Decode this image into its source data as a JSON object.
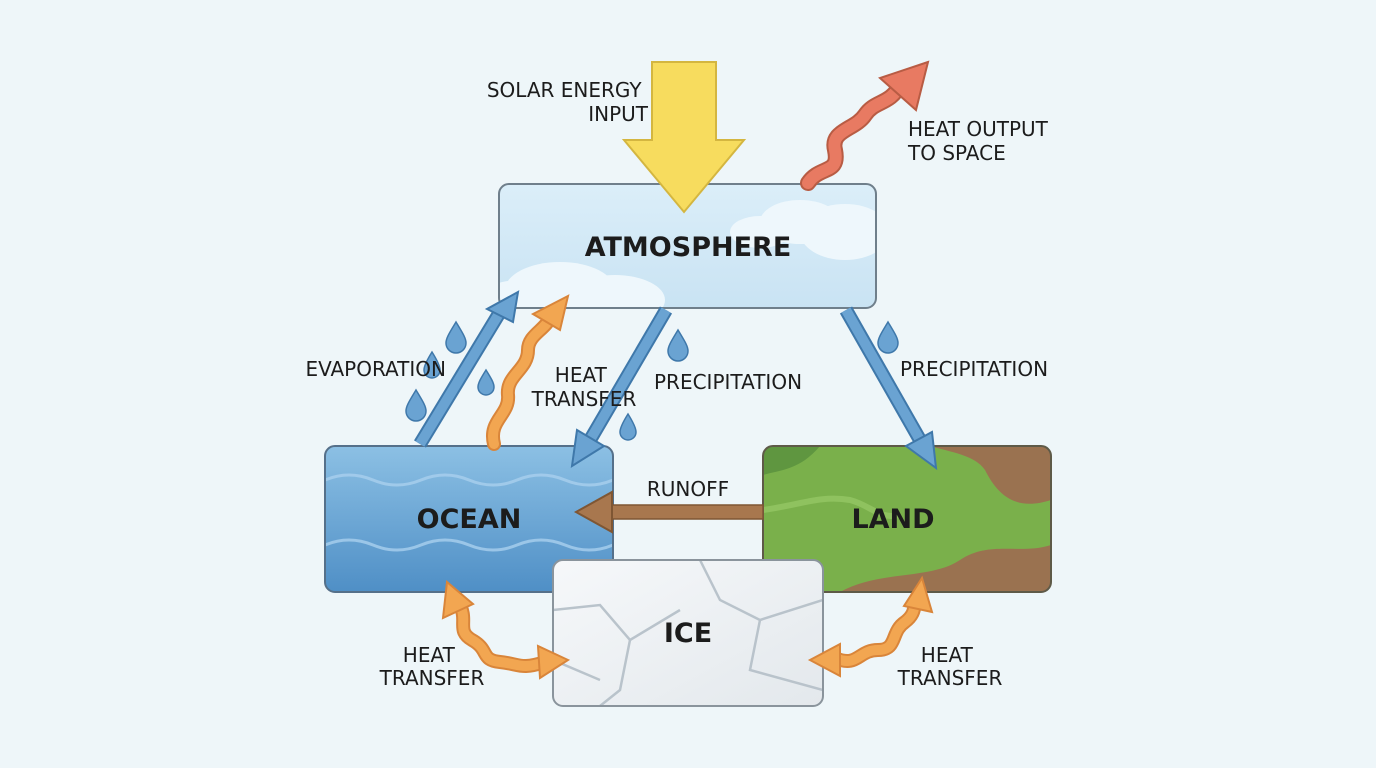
{
  "nodes": {
    "atmosphere": "ATMOSPHERE",
    "ocean": "OCEAN",
    "land": "LAND",
    "ice": "ICE"
  },
  "labels": {
    "solar_input": [
      "SOLAR ENERGY",
      "INPUT"
    ],
    "heat_output": [
      "HEAT OUTPUT",
      "TO SPACE"
    ],
    "evaporation": "EVAPORATION",
    "heat_transfer_atm": [
      "HEAT",
      "TRANSFER"
    ],
    "precipitation_ocean": "PRECIPITATION",
    "precipitation_land": "PRECIPITATION",
    "runoff": "RUNOFF",
    "heat_transfer_ocean_ice": [
      "HEAT",
      "TRANSFER"
    ],
    "heat_transfer_land_ice": [
      "HEAT",
      "TRANSFER"
    ]
  },
  "colors": {
    "background": "#eef6f9",
    "solar": "#f7dc5e",
    "heat_out": "#e87a62",
    "water_arrow": "#6aa3d2",
    "heat_arrow": "#f2a651",
    "runoff": "#a8774e",
    "atmosphere": "#d3e9f6",
    "ocean": "#6ea8d6",
    "land_green": "#7ab04b",
    "land_brown": "#9a7250",
    "ice": "#f1f4f6"
  }
}
